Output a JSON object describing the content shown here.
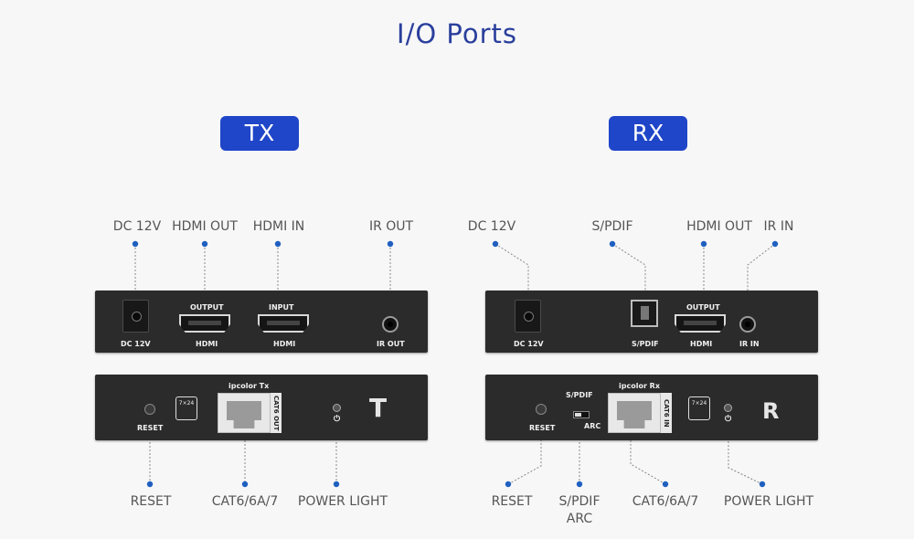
{
  "page_title": "I/O Ports",
  "tx": {
    "badge": "TX",
    "top_labels": {
      "dc": "DC 12V",
      "hdmi_out": "HDMI OUT",
      "hdmi_in": "HDMI IN",
      "ir_out": "IR OUT"
    },
    "front_panel": {
      "dc_label": "DC 12V",
      "output_label": "OUTPUT",
      "hdmi_out_label": "HDMI",
      "input_label": "INPUT",
      "hdmi_in_label": "HDMI",
      "ir_label": "IR OUT"
    },
    "back_panel": {
      "reset_label": "RESET",
      "model": "ipcolor Tx",
      "cat_tab": "CAT6 OUT",
      "warranty": "7×24",
      "logo": "T"
    },
    "bottom_labels": {
      "reset": "RESET",
      "cat": "CAT6/6A/7",
      "power": "POWER LIGHT"
    }
  },
  "rx": {
    "badge": "RX",
    "top_labels": {
      "dc": "DC 12V",
      "spdif": "S/PDIF",
      "hdmi_out": "HDMI OUT",
      "ir_in": "IR IN"
    },
    "front_panel": {
      "dc_label": "DC 12V",
      "spdif_label": "S/PDIF",
      "output_label": "OUTPUT",
      "hdmi_label": "HDMI",
      "ir_label": "IR IN"
    },
    "back_panel": {
      "reset_label": "RESET",
      "switch_top": "S/PDIF",
      "switch_bottom": "ARC",
      "model": "ipcolor Rx",
      "cat_tab": "CAT6 IN",
      "warranty": "7×24",
      "logo": "R"
    },
    "bottom_labels": {
      "reset": "RESET",
      "spdif_arc_1": "S/PDIF",
      "spdif_arc_2": "ARC",
      "cat": "CAT6/6A/7",
      "power": "POWER LIGHT"
    }
  },
  "colors": {
    "accent": "#1f46c8",
    "title": "#2a3f9c",
    "dot": "#1f5fbf",
    "panel": "#2b2b2b"
  }
}
